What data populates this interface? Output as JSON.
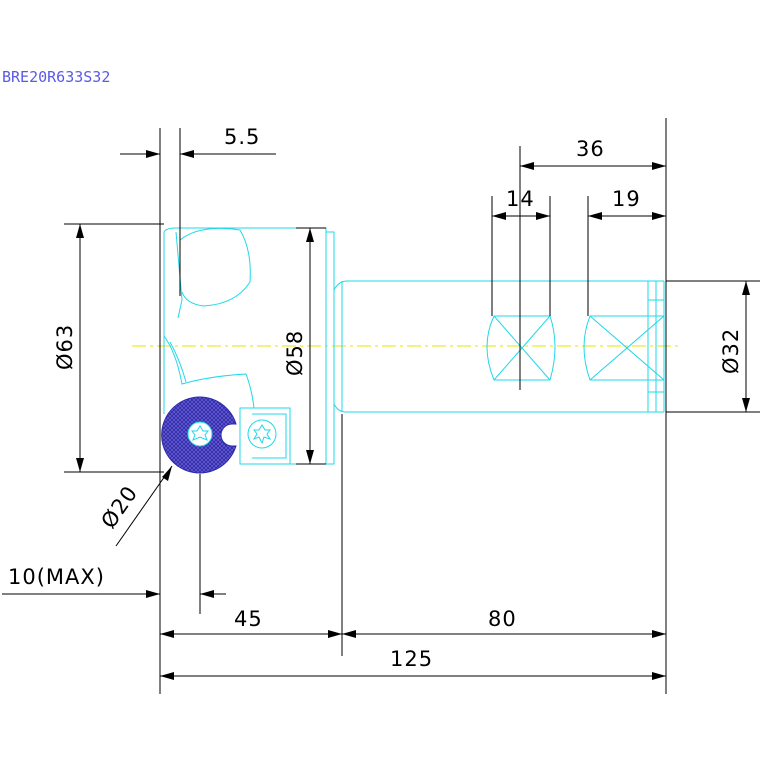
{
  "drawing": {
    "title": "BRE20R633S32",
    "dimensions": {
      "flange_offset": "5.5",
      "pocket_span": "36",
      "pocket_a": "14",
      "pocket_b": "19",
      "cutter_diameter": "Ø63",
      "body_diameter": "Ø58",
      "shank_diameter": "Ø32",
      "insert_diameter": "Ø20",
      "depth_of_cut": "10(MAX)",
      "head_length": "45",
      "shank_length": "80",
      "overall_length": "125"
    },
    "colors": {
      "part_outline": "#20d8e8",
      "centerline": "#e6e600",
      "insert": "#3a3ad0",
      "title": "#5a5ae6"
    }
  }
}
